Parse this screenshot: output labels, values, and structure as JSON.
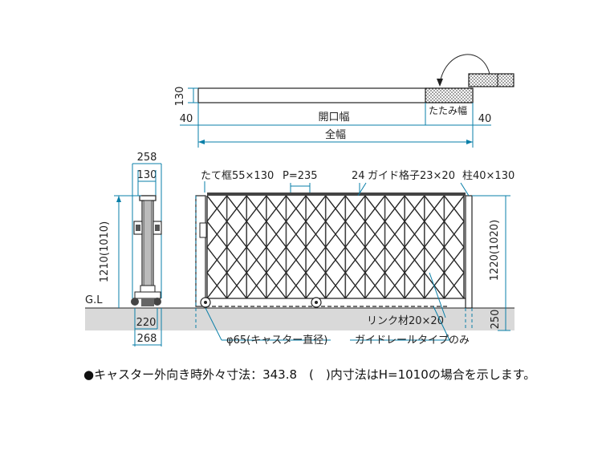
{
  "plan_view": {
    "dim_130": "130",
    "dim_40_left": "40",
    "dim_40_right": "40",
    "opening_width": "開口幅",
    "folded_width": "たたみ幅",
    "overall_width": "全幅"
  },
  "side_view": {
    "dim_258": "258",
    "dim_130": "130",
    "height": "1210(1010)",
    "ground": "G.L",
    "dim_220": "220",
    "dim_268": "268"
  },
  "front_view": {
    "vertical_frame": "たて框55×130",
    "pitch": "P=235",
    "dim_24": "24",
    "guide_lattice": "ガイド格子23×20",
    "post": "柱40×130",
    "height": "1220(1020)",
    "dim_250": "250",
    "link_material": "リンク材20×20",
    "caster": "φ65(キャスター直径)",
    "guide_rail": "ガイドレールタイプのみ"
  },
  "footnote": "●キャスター外向き時外々寸法：343.8　(　)内寸法はH=1010の場合を示します。"
}
